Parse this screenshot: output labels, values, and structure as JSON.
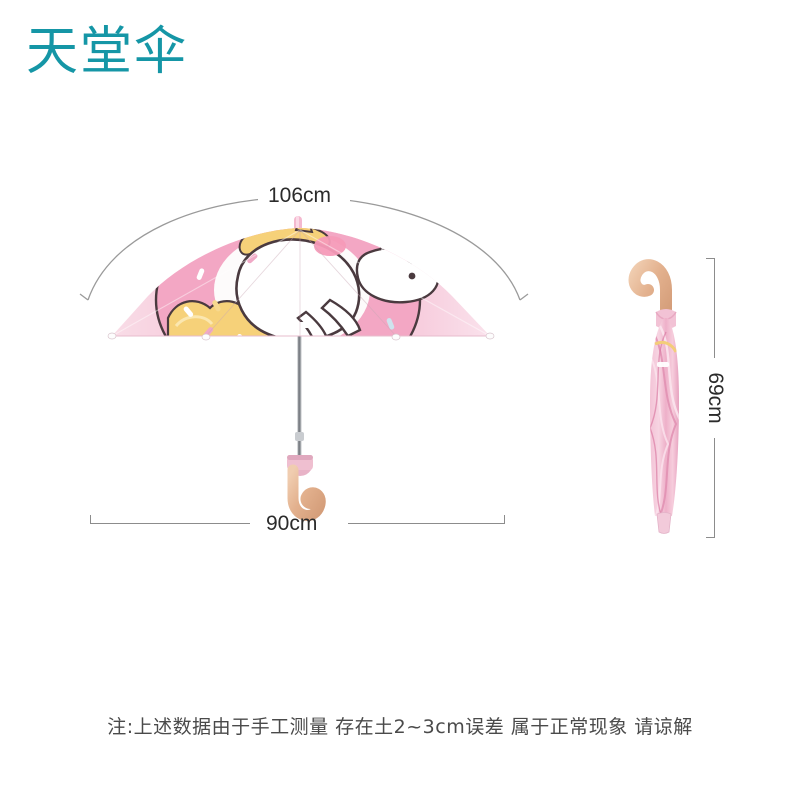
{
  "brand": {
    "name": "天堂伞",
    "color": "#1596a6"
  },
  "product": {
    "type": "children-umbrella",
    "print": "unicorn-donut",
    "canopy_color": "#f6a8c4",
    "handle_color": "#e7b795"
  },
  "measurements": {
    "canopy_arc": {
      "label": "106cm",
      "value": 106,
      "unit": "cm",
      "description": "open-canopy-arc-span"
    },
    "canopy_width": {
      "label": "90cm",
      "value": 90,
      "unit": "cm",
      "description": "open-canopy-straight-width"
    },
    "closed_length": {
      "label": "69cm",
      "value": 69,
      "unit": "cm",
      "description": "closed-umbrella-total-length"
    }
  },
  "note": {
    "text": "注:上述数据由于手工测量 存在土2~3cm误差 属于正常现象 请谅解"
  }
}
